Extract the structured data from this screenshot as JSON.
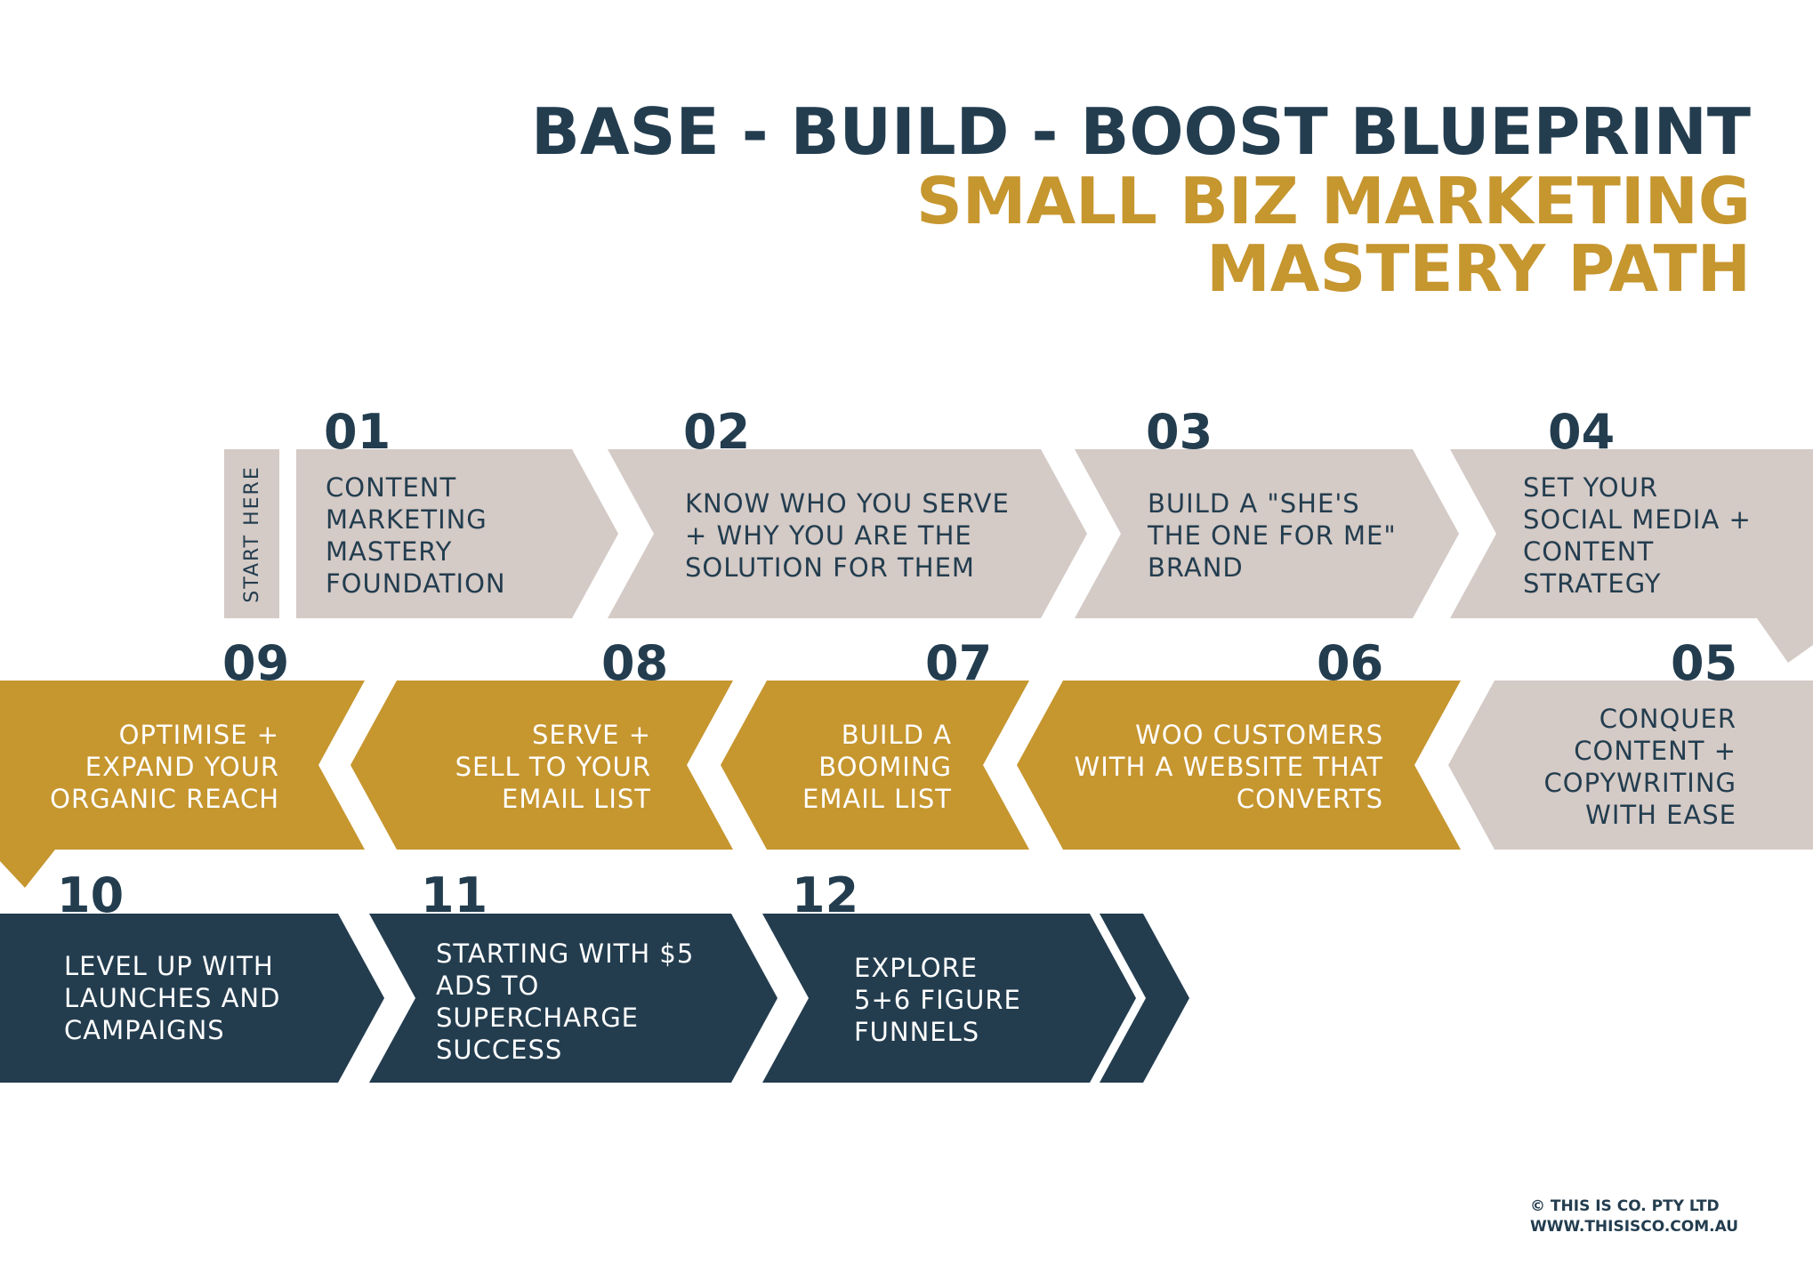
{
  "title": {
    "line1": "BASE - BUILD - BOOST BLUEPRINT",
    "line2": "SMALL BIZ MARKETING",
    "line3": "MASTERY PATH"
  },
  "colors": {
    "navy": "#233d4f",
    "gold": "#c6962f",
    "beige": "#d4cac6",
    "white": "#ffffff"
  },
  "start_label": "START HERE",
  "steps": [
    {
      "num": "01",
      "text": "CONTENT\nMARKETING\nMASTERY\nFOUNDATION"
    },
    {
      "num": "02",
      "text": "KNOW WHO YOU SERVE\n+ WHY YOU ARE THE\nSOLUTION FOR THEM"
    },
    {
      "num": "03",
      "text": "BUILD A \"SHE'S\nTHE ONE FOR ME\"\nBRAND"
    },
    {
      "num": "04",
      "text": "SET YOUR\nSOCIAL MEDIA +\nCONTENT\nSTRATEGY"
    },
    {
      "num": "05",
      "text": "CONQUER\nCONTENT +\nCOPYWRITING\nWITH EASE"
    },
    {
      "num": "06",
      "text": "WOO CUSTOMERS\nWITH A WEBSITE THAT\nCONVERTS"
    },
    {
      "num": "07",
      "text": "BUILD A\nBOOMING\nEMAIL LIST"
    },
    {
      "num": "08",
      "text": "SERVE +\nSELL TO YOUR\nEMAIL LIST"
    },
    {
      "num": "09",
      "text": "OPTIMISE +\nEXPAND YOUR\nORGANIC REACH"
    },
    {
      "num": "10",
      "text": "LEVEL UP WITH\nLAUNCHES AND\nCAMPAIGNS"
    },
    {
      "num": "11",
      "text": "STARTING WITH $5\nADS TO\nSUPERCHARGE\nSUCCESS"
    },
    {
      "num": "12",
      "text": "EXPLORE\n5+6 FIGURE\nFUNNELS"
    }
  ],
  "footer": {
    "line1": "© THIS IS CO. PTY LTD",
    "line2": "WWW.THISISCO.COM.AU"
  }
}
